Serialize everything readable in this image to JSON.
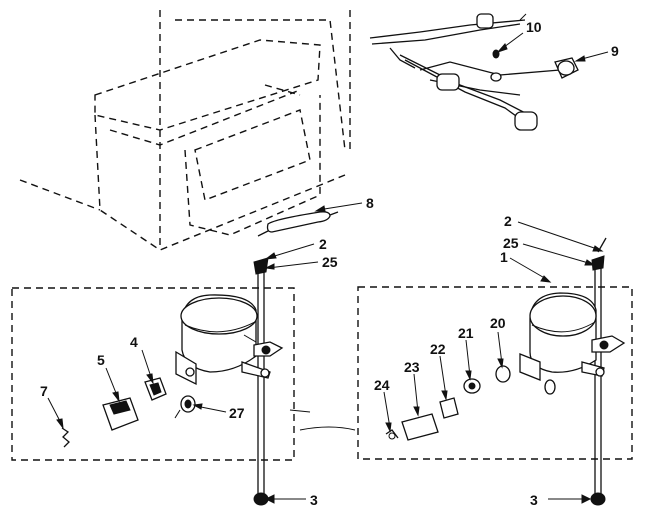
{
  "labels": {
    "c1": "1",
    "c2a": "2",
    "c2b": "2",
    "c3a": "3",
    "c3b": "3",
    "c4": "4",
    "c5": "5",
    "c7": "7",
    "c8": "8",
    "c9": "9",
    "c10": "10",
    "c20": "20",
    "c21": "21",
    "c22": "22",
    "c23": "23",
    "c24": "24",
    "c25a": "25",
    "c25b": "25",
    "c27": "27"
  }
}
